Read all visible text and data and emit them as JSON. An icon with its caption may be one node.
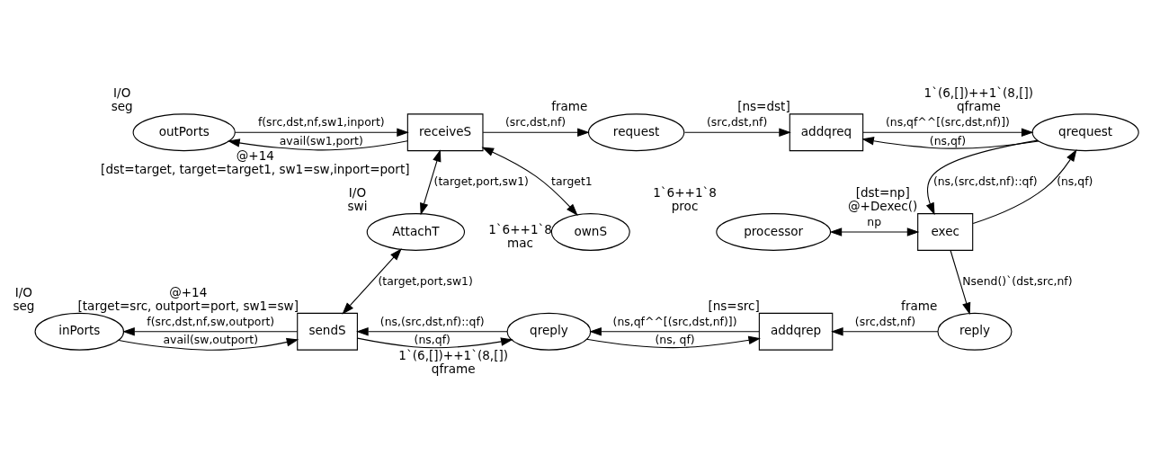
{
  "diagram": {
    "nodes": [
      {
        "text": [
          "outPorts"
        ],
        "beside": [
          "I/O",
          "seg"
        ]
      },
      {
        "text": [
          "receiveS"
        ],
        "beside": [
          "@+14",
          "[dst=target, target=target1, sw1=sw,inport=port]"
        ]
      },
      {
        "text": [
          "request"
        ],
        "beside": [
          "frame"
        ]
      },
      {
        "text": [
          "addqreq"
        ],
        "beside": [
          "[ns=dst]"
        ]
      },
      {
        "text": [
          "qrequest"
        ],
        "beside": [
          "1`(6,[])++1`(8,[])",
          "qframe"
        ]
      },
      {
        "text": [
          "AttachT"
        ],
        "beside": [
          "I/O",
          "swi"
        ]
      },
      {
        "text": [
          "ownS"
        ],
        "beside": [
          "1`6++1`8",
          "mac"
        ]
      },
      {
        "text": [
          "processor"
        ],
        "beside": [
          "1`6++1`8",
          "proc"
        ]
      },
      {
        "text": [
          "exec"
        ],
        "beside": [
          "[dst=np]",
          "@+Dexec()"
        ]
      },
      {
        "text": [
          "inPorts"
        ],
        "beside": [
          "I/O",
          "seg"
        ]
      },
      {
        "text": [
          "sendS"
        ],
        "beside": [
          "@+14",
          "[target=src, outport=port, sw1=sw]"
        ]
      },
      {
        "text": [
          "qreply"
        ],
        "beside": [
          "1`(6,[])++1`(8,[])",
          "qframe"
        ]
      },
      {
        "text": [
          "addqrep"
        ],
        "beside": [
          "[ns=src]"
        ]
      },
      {
        "text": [
          "reply"
        ],
        "beside": [
          "frame"
        ]
      }
    ],
    "edges": [
      {
        "from": 0,
        "to": 1,
        "arrow": "to",
        "label": "f(src,dst,nf,sw1,inport)"
      },
      {
        "from": 1,
        "to": 0,
        "arrow": "to",
        "label": "avail(sw1,port)"
      },
      {
        "from": 1,
        "to": 2,
        "arrow": "to",
        "label": "(src,dst,nf)"
      },
      {
        "from": 2,
        "to": 3,
        "arrow": "to",
        "label": "(src,dst,nf)"
      },
      {
        "from": 3,
        "to": 4,
        "arrow": "to",
        "label": "(ns,qf^^[(src,dst,nf)])"
      },
      {
        "from": 4,
        "to": 3,
        "arrow": "to",
        "label": "(ns,qf)"
      },
      {
        "from": 1,
        "to": 5,
        "arrow": "both",
        "label": "(target,port,sw1)"
      },
      {
        "from": 1,
        "to": 6,
        "arrow": "both",
        "label": "target1"
      },
      {
        "from": 4,
        "to": 8,
        "arrow": "to",
        "label": "(ns,(src,dst,nf)::qf)"
      },
      {
        "from": 8,
        "to": 4,
        "arrow": "to",
        "label": "(ns,qf)"
      },
      {
        "from": 7,
        "to": 8,
        "arrow": "both",
        "label": "np"
      },
      {
        "from": 8,
        "to": 13,
        "arrow": "to",
        "label": "Nsend()`(dst,src,nf)"
      },
      {
        "from": 13,
        "to": 12,
        "arrow": "to",
        "label": "(src,dst,nf)"
      },
      {
        "from": 12,
        "to": 11,
        "arrow": "to",
        "label": "(ns,qf^^[(src,dst,nf)])"
      },
      {
        "from": 11,
        "to": 12,
        "arrow": "to",
        "label": "(ns, qf)"
      },
      {
        "from": 11,
        "to": 10,
        "arrow": "to",
        "label": "(ns,(src,dst,nf)::qf)"
      },
      {
        "from": 10,
        "to": 11,
        "arrow": "to",
        "label": "(ns,qf)"
      },
      {
        "from": 9,
        "to": 10,
        "arrow": "to",
        "label": "avail(sw,outport)"
      },
      {
        "from": 10,
        "to": 9,
        "arrow": "to",
        "label": "f(src,dst,nf,sw,outport)"
      },
      {
        "from": 5,
        "to": 10,
        "arrow": "both",
        "label": "(target,port,sw1)"
      }
    ]
  }
}
